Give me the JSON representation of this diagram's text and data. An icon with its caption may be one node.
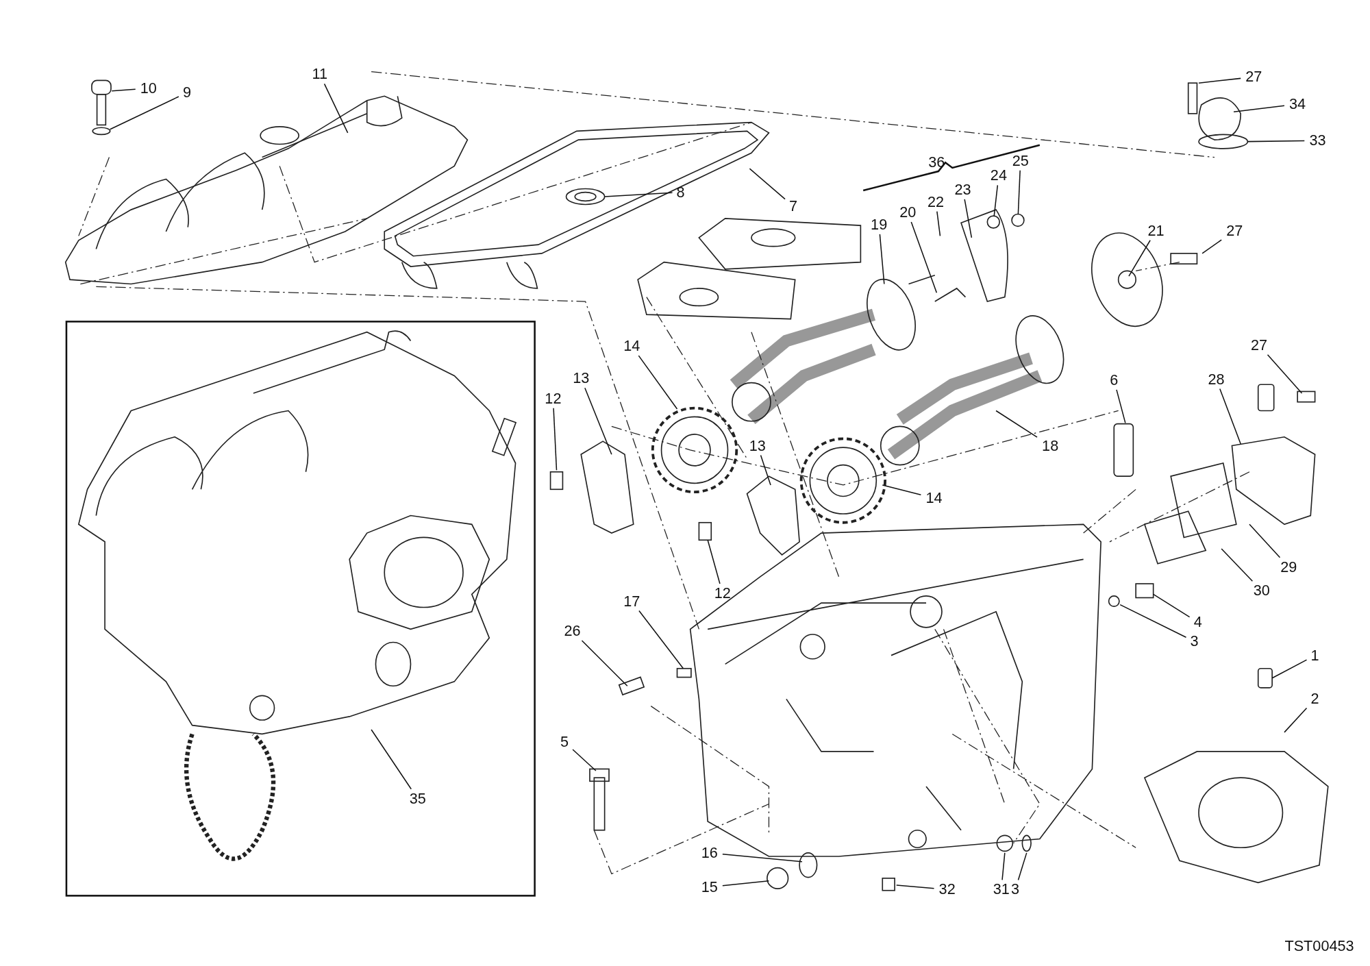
{
  "diagram": {
    "nodes": [
      {
        "text": [
          "27"
        ]
      },
      {
        "text": [
          "11"
        ]
      },
      {
        "text": [
          "10"
        ]
      },
      {
        "text": [
          "9"
        ]
      },
      {
        "text": [
          "34"
        ]
      },
      {
        "text": [
          "33"
        ]
      },
      {
        "text": [
          "25"
        ]
      },
      {
        "text": [
          "24"
        ]
      },
      {
        "text": [
          "23"
        ]
      },
      {
        "text": [
          "8"
        ]
      },
      {
        "text": [
          "22"
        ]
      },
      {
        "text": [
          "7"
        ]
      },
      {
        "text": [
          "20"
        ]
      },
      {
        "text": [
          "19"
        ]
      },
      {
        "text": [
          "21"
        ]
      },
      {
        "text": [
          "27"
        ]
      },
      {
        "text": [
          "27"
        ]
      },
      {
        "text": [
          "14"
        ]
      },
      {
        "text": [
          "13"
        ]
      },
      {
        "text": [
          "28"
        ]
      },
      {
        "text": [
          "6"
        ]
      },
      {
        "text": [
          "12"
        ]
      },
      {
        "text": [
          "18"
        ]
      },
      {
        "text": [
          "13"
        ]
      },
      {
        "text": [
          "14"
        ]
      },
      {
        "text": [
          "29"
        ]
      },
      {
        "text": [
          "30"
        ]
      },
      {
        "text": [
          "12"
        ]
      },
      {
        "text": [
          "17"
        ]
      },
      {
        "text": [
          "4"
        ]
      },
      {
        "text": [
          "26"
        ]
      },
      {
        "text": [
          "3"
        ]
      },
      {
        "text": [
          "1"
        ]
      },
      {
        "text": [
          "2"
        ]
      },
      {
        "text": [
          "5"
        ]
      },
      {
        "text": [
          "35"
        ]
      },
      {
        "text": [
          "16"
        ]
      },
      {
        "text": [
          "15"
        ]
      },
      {
        "text": [
          "32"
        ]
      },
      {
        "text": [
          "31"
        ]
      },
      {
        "text": [
          "3"
        ]
      },
      {
        "text": [],
        "shape": "circle"
      },
      {
        "text": [],
        "shape": "circle"
      }
    ],
    "edges": [
      {
        "from": 0,
        "to": null,
        "arrow": "none"
      },
      {
        "from": 1,
        "to": null,
        "arrow": "none"
      },
      {
        "from": 2,
        "to": null,
        "arrow": "none"
      },
      {
        "from": 3,
        "to": null,
        "arrow": "none"
      },
      {
        "from": 4,
        "to": null,
        "arrow": "none"
      },
      {
        "from": 5,
        "to": null,
        "arrow": "none"
      },
      {
        "from": 6,
        "to": 42,
        "arrow": "none"
      },
      {
        "from": 7,
        "to": 41,
        "arrow": "none"
      },
      {
        "from": 8,
        "to": null,
        "arrow": "none"
      },
      {
        "from": 9,
        "to": null,
        "arrow": "none"
      },
      {
        "from": 10,
        "to": null,
        "arrow": "none"
      },
      {
        "from": 11,
        "to": null,
        "arrow": "none"
      },
      {
        "from": 12,
        "to": null,
        "arrow": "none"
      },
      {
        "from": 13,
        "to": null,
        "arrow": "none"
      },
      {
        "from": 14,
        "to": null,
        "arrow": "none"
      },
      {
        "from": 15,
        "to": null,
        "arrow": "none"
      },
      {
        "from": 16,
        "to": null,
        "arrow": "none"
      },
      {
        "from": 17,
        "to": null,
        "arrow": "none"
      },
      {
        "from": 18,
        "to": null,
        "arrow": "none"
      },
      {
        "from": 19,
        "to": null,
        "arrow": "none"
      },
      {
        "from": 20,
        "to": null,
        "arrow": "none"
      },
      {
        "from": 21,
        "to": null,
        "arrow": "none"
      },
      {
        "from": 22,
        "to": null,
        "arrow": "none"
      },
      {
        "from": 23,
        "to": null,
        "arrow": "none"
      },
      {
        "from": 24,
        "to": null,
        "arrow": "none"
      },
      {
        "from": 25,
        "to": null,
        "arrow": "none"
      },
      {
        "from": 26,
        "to": null,
        "arrow": "none"
      },
      {
        "from": 27,
        "to": null,
        "arrow": "none"
      },
      {
        "from": 28,
        "to": null,
        "arrow": "none"
      },
      {
        "from": 29,
        "to": null,
        "arrow": "none"
      },
      {
        "from": 30,
        "to": null,
        "arrow": "none"
      },
      {
        "from": 31,
        "to": null,
        "arrow": "none"
      },
      {
        "from": 32,
        "to": null,
        "arrow": "none"
      },
      {
        "from": 33,
        "to": null,
        "arrow": "none"
      },
      {
        "from": 34,
        "to": null,
        "arrow": "none"
      },
      {
        "from": 35,
        "to": null,
        "arrow": "none"
      },
      {
        "from": 36,
        "to": null,
        "arrow": "none"
      },
      {
        "from": 37,
        "to": null,
        "arrow": "none"
      },
      {
        "from": 38,
        "to": null,
        "arrow": "none"
      },
      {
        "from": 39,
        "to": null,
        "arrow": "none"
      },
      {
        "from": 40,
        "to": null,
        "arrow": "none"
      }
    ],
    "labels": [
      "36",
      "TST00453"
    ]
  }
}
